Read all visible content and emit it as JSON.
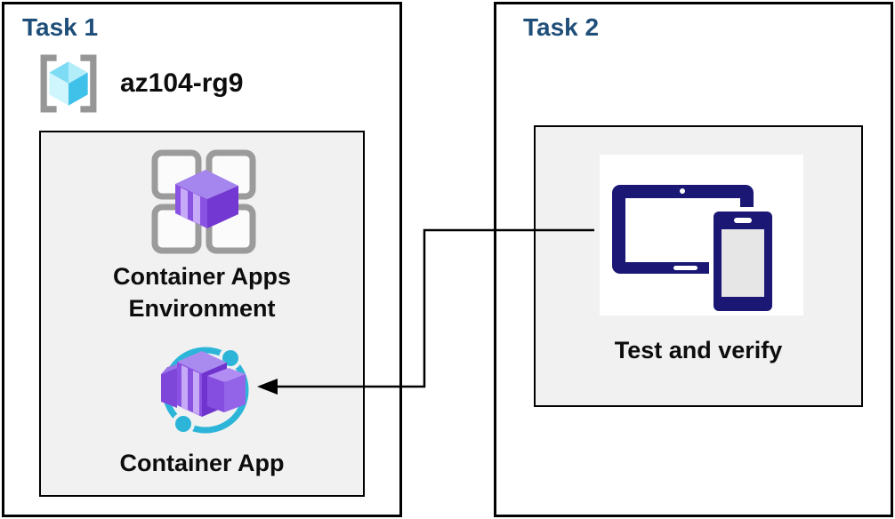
{
  "task1": {
    "title": "Task 1",
    "resource_group": {
      "label": "az104-rg9",
      "icon": "resource-group-icon"
    },
    "nodes": [
      {
        "label": "Container Apps Environment",
        "icon": "container-apps-environment-icon"
      },
      {
        "label": "Container App",
        "icon": "container-app-icon"
      }
    ]
  },
  "task2": {
    "title": "Task 2",
    "nodes": [
      {
        "label": "Test and verify",
        "icon": "devices-icon"
      }
    ]
  },
  "connector": {
    "from": "devices-icon",
    "to": "container-app-icon",
    "style": "elbow",
    "arrow_direction": "left"
  },
  "colors": {
    "task_title": "#1F4E79",
    "box_border": "#000000",
    "inner_box_bg": "#F1F1F1",
    "label_text": "#0d0d0d",
    "purple_top": "#A585EE",
    "purple_front": "#8A52E2",
    "purple_stripe": "#C7AAF7",
    "purple_dark": "#7438D2",
    "cyan_ring": "#2CB5D9",
    "cube_cyan_light": "#CFF5FD",
    "cube_cyan_dark": "#3FC1E9",
    "bracket_gray": "#969696",
    "grid_gray": "#9B9B9B",
    "device_navy": "#1A1775",
    "phone_screen": "#E6E6E6"
  }
}
